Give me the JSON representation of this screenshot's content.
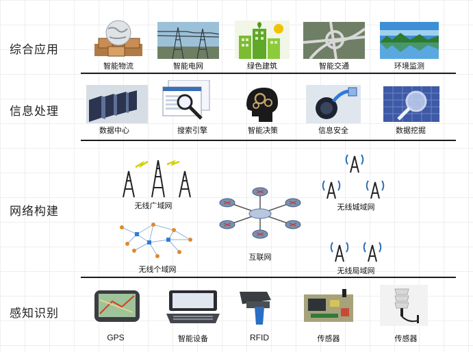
{
  "rows": [
    {
      "label": "综合应用",
      "items": [
        {
          "caption": "智能物流",
          "icon": "globe-with-boxes-icon"
        },
        {
          "caption": "智能电网",
          "icon": "power-grid-tower-icon"
        },
        {
          "caption": "绿色建筑",
          "icon": "green-building-icon"
        },
        {
          "caption": "智能交通",
          "icon": "highway-interchange-icon"
        },
        {
          "caption": "环境监测",
          "icon": "lake-landscape-icon"
        }
      ]
    },
    {
      "label": "信息处理",
      "items": [
        {
          "caption": "数据中心",
          "icon": "server-racks-icon"
        },
        {
          "caption": "搜索引擎",
          "icon": "search-engine-magnifier-icon"
        },
        {
          "caption": "智能决策",
          "icon": "brain-gears-icon"
        },
        {
          "caption": "信息安全",
          "icon": "network-cable-lock-icon"
        },
        {
          "caption": "数据挖掘",
          "icon": "data-magnifier-icon"
        }
      ]
    },
    {
      "label": "网络构建",
      "items": [
        {
          "caption": "无线广域网",
          "icon": "cell-towers-icon"
        },
        {
          "caption": "无线个域网",
          "icon": "personal-area-network-icon"
        },
        {
          "caption": "互联网",
          "icon": "router-network-icon"
        },
        {
          "caption": "无线城域网",
          "icon": "metro-antennas-icon"
        },
        {
          "caption": "无线局域网",
          "icon": "wifi-antennas-icon"
        }
      ]
    },
    {
      "label": "感知识别",
      "items": [
        {
          "caption": "GPS",
          "icon": "gps-device-icon"
        },
        {
          "caption": "智能设备",
          "icon": "smart-device-keyboard-icon"
        },
        {
          "caption": "RFID",
          "icon": "rfid-scanner-icon"
        },
        {
          "caption": "传感器",
          "icon": "sensor-board-icon"
        },
        {
          "caption": "传感器",
          "icon": "sensor-probe-icon"
        }
      ]
    }
  ],
  "colors": {
    "separator": "#1a1a1a",
    "router": "#7b8fb0",
    "tower": "#222222",
    "signal": "#d0d000",
    "wifi_arc": "#2b6cb0"
  }
}
